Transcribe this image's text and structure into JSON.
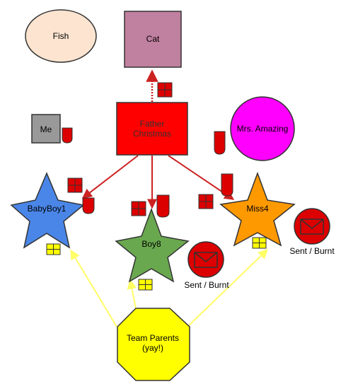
{
  "nodes": {
    "fish": {
      "label": "Fish",
      "fill": "#fce4d0"
    },
    "cat": {
      "label": "Cat",
      "fill": "#c080a0"
    },
    "me": {
      "label": "Me",
      "fill": "#999999"
    },
    "father": {
      "line1": "Father",
      "line2": "Christmas",
      "fill": "#ff0000"
    },
    "mrs_amazing": {
      "label": "Mrs. Amazing",
      "fill": "#ff00ff"
    },
    "babyboy": {
      "label": "BabyBoy1",
      "fill": "#4a86e8"
    },
    "boy": {
      "label": "Boy8",
      "fill": "#6aa84f"
    },
    "miss": {
      "label": "Miss4",
      "fill": "#ff9900"
    },
    "team_parents": {
      "line1": "Team Parents",
      "line2": "(yay!)",
      "fill": "#ffff00"
    }
  },
  "status": {
    "sent_burnt_1": "Sent / Burnt",
    "sent_burnt_2": "Sent / Burnt"
  },
  "colors": {
    "edge_red": "#cc2222",
    "edge_yellow": "#ffff66",
    "gift_red": "#dd0000",
    "gift_yellow": "#ffff00"
  },
  "icons": [
    "gift-icon",
    "stocking-icon",
    "envelope-icon"
  ]
}
